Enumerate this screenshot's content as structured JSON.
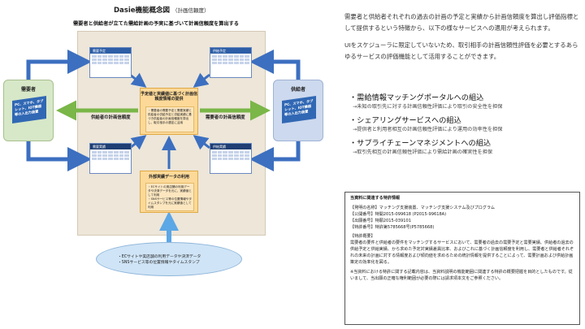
{
  "diagram": {
    "title": "Dasie機能概念図",
    "title_note": "（計画信頼度）",
    "subtitle": "需要者と供給者が立てた需給計画の予実に基づいて計画信頼度を算出する",
    "buyer": {
      "label": "需要者",
      "device": "PC、スマホ、タブレット、IOT機器等の入出力装置"
    },
    "supplier": {
      "label": "供給者",
      "device": "PC、スマホ、タブレット、IOT機器等の入出力装置"
    },
    "calendar_top_left": "需要予定",
    "calendar_top_right": "供給予定",
    "calendar_bottom_left": "需要実績",
    "calendar_bottom_right": "供給実績",
    "center_title": "予定値と実績値に基づく計画信頼度情報の提供",
    "center_body": "・需要者の需要予定と需要実績と供給者の供給予定と供給実績に基づき供給者の計画信頼度を算出し、取引相手の選定に活用",
    "eval_left": "供給者の計画信頼度",
    "eval_right": "需要者の計画信頼度",
    "external_title": "外部実績データの利用",
    "external_body": "・ECサイトの実店舗の利用データや決済データを元に、実績値として利用\n・SNSサービス等の位置情報やタイムスタンプを元に実績値として利用",
    "cloud_line1": "・ECサイトや実店舗の利用データや決済データ",
    "cloud_line2": "・SNSサービス等の位置情報やタイムスタンプ"
  },
  "description": {
    "p1": "需要者と供給者それぞれの過去の計画の予定と実績から計画信頼度を算出し評価指標として提供するという特徴から、以下の様なサービスへの適用が考えられます。",
    "p2": "UIをスケジューラに限定していないため、取引相手の計画信頼性評価を必要とするあらゆるサービスの評価機能として活用することができます。"
  },
  "bullets": [
    {
      "head": "・需給情報マッチングポータルへの組込",
      "detail": "→未知の取引先に対する計画信頼性評価により取引の安全性を担保"
    },
    {
      "head": "・シェアリングサービスへの組込",
      "detail": "→提供者と利用者相互の計画信頼性評価により運用の効率性を担保"
    },
    {
      "head": "・サプライチェーンマネジメントへの組込",
      "detail": "→取引先相互の計画信頼性評価により需給計画の確実性を担保"
    }
  ],
  "patent": {
    "header": "当資料に関連する特許情報",
    "name": "【発明の名称】マッチング支援装置、マッチング支援システム及びプログラム",
    "pub": "【公開番号】特開2015-099618 (P2015-99618A)",
    "app": "【出願番号】特願2015-039101",
    "reg": "【特許番号】特許第5785668号(P5785668)",
    "summary_head": "【特許概要】",
    "summary": "需要者の要件と供給者の要件をマッチングするサービスにおいて、需要者の過去の需要予定と需要実績、供給者の過去の供給予定と供給実績、から求めた予定対実績差異比率、およびこれに基づく計画信頼度を利用し、需要者と供給者それぞれの未来の計画に対する情報度および傾向値を求めるための統計情報を提供することによって、需要計画および供給計画策定の効率化を図る。",
    "note": "※当資料における特許に関する記載内容は、当資料説明の機能範囲に関連する特許の概要把握を目的としたものです。従いまして、当出願の正確な権利範囲が必要の際には請求項本文をご参照ください。"
  },
  "colors": {
    "frame": "#ede6d9",
    "arrow_blue": "#3c6fc0",
    "arrow_green": "#7ab648",
    "arrow_light_blue": "#5ca7e6",
    "panel_orange": "#fcd998"
  }
}
